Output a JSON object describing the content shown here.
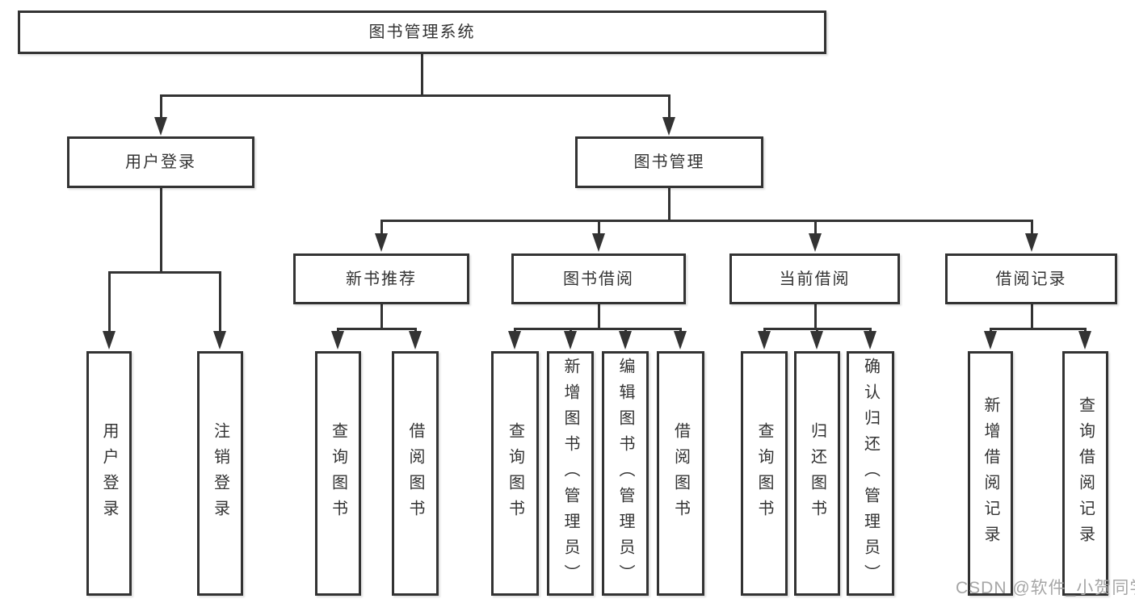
{
  "diagram": {
    "title": "图书管理系统",
    "type": "functional-decomposition-tree",
    "nodes": {
      "root": {
        "label": "图书管理系统"
      },
      "user_login": {
        "label": "用户登录"
      },
      "book_mgmt": {
        "label": "图书管理"
      },
      "new_book_rec": {
        "label": "新书推荐"
      },
      "book_borrow": {
        "label": "图书借阅"
      },
      "current_borrow": {
        "label": "当前借阅"
      },
      "borrow_records": {
        "label": "借阅记录"
      },
      "leaf_user_login": {
        "label": "用户登录"
      },
      "leaf_logout": {
        "label": "注销登录"
      },
      "leaf_query_book_1": {
        "label": "查询图书"
      },
      "leaf_borrow_book_1": {
        "label": "借阅图书"
      },
      "leaf_query_book_2": {
        "label": "查询图书"
      },
      "leaf_add_book": {
        "label": "新增图书（管理员）"
      },
      "leaf_edit_book": {
        "label": "编辑图书（管理员）"
      },
      "leaf_borrow_book_2": {
        "label": "借阅图书"
      },
      "leaf_query_book_3": {
        "label": "查询图书"
      },
      "leaf_return_book": {
        "label": "归还图书"
      },
      "leaf_confirm_return": {
        "label": "确认归还（管理员）"
      },
      "leaf_add_record": {
        "label": "新增借阅记录"
      },
      "leaf_query_record": {
        "label": "查询借阅记录"
      }
    },
    "hierarchy": {
      "图书管理系统": {
        "用户登录": [
          "用户登录",
          "注销登录"
        ],
        "图书管理": {
          "新书推荐": [
            "查询图书",
            "借阅图书"
          ],
          "图书借阅": [
            "查询图书",
            "新增图书（管理员）",
            "编辑图书（管理员）",
            "借阅图书"
          ],
          "当前借阅": [
            "查询图书",
            "归还图书",
            "确认归还（管理员）"
          ],
          "借阅记录": [
            "新增借阅记录",
            "查询借阅记录"
          ]
        }
      }
    },
    "colors": {
      "line": "#333333",
      "text": "#333333",
      "box_background": "#ffffff",
      "watermark": "#a6a6a6"
    }
  },
  "watermark": {
    "text": "CSDN @软件_小贺同学"
  }
}
